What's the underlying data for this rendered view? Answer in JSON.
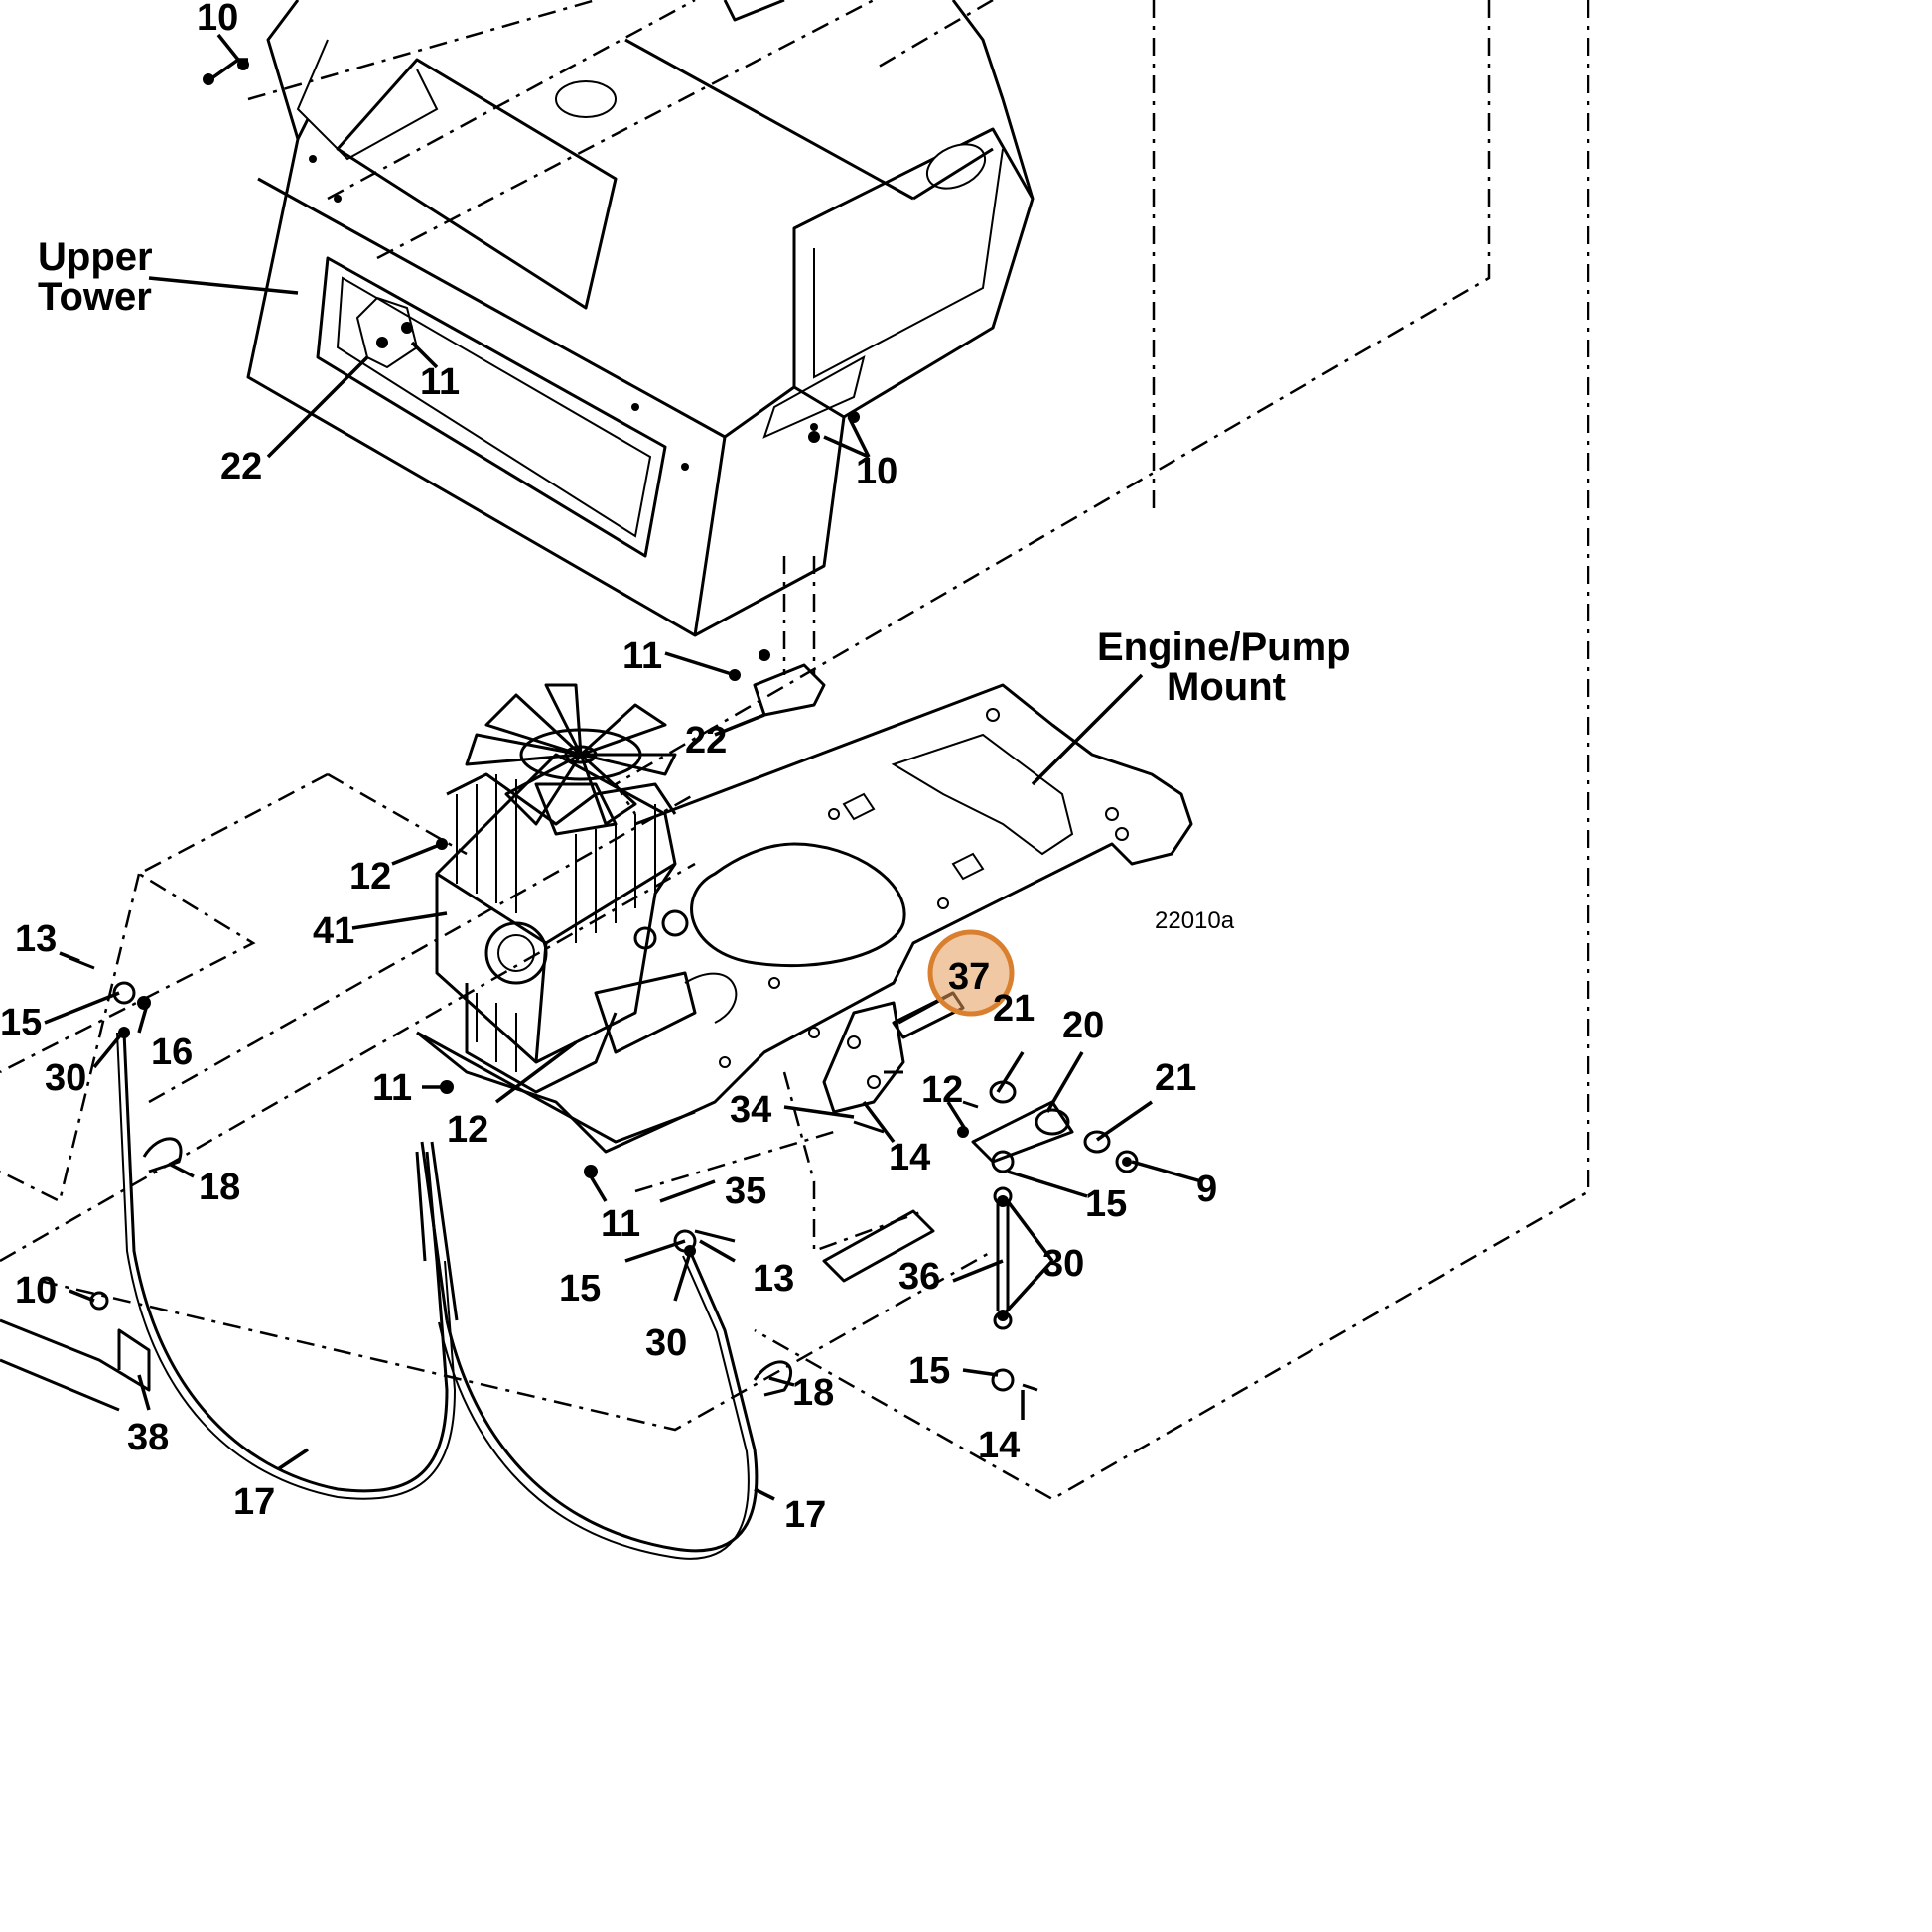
{
  "figure_id": "22010a",
  "labels": {
    "upper_tower_line1": "Upper",
    "upper_tower_line2": "Tower",
    "engine_mount_line1": "Engine/Pump",
    "engine_mount_line2": "Mount"
  },
  "highlight": {
    "callout": "37",
    "color": "#E39B57"
  },
  "callouts": [
    "10",
    "11",
    "22",
    "10",
    "11",
    "22",
    "12",
    "41",
    "13",
    "15",
    "16",
    "30",
    "11",
    "12",
    "18",
    "10",
    "38",
    "17",
    "11",
    "35",
    "15",
    "13",
    "30",
    "18",
    "17",
    "34",
    "14",
    "12",
    "21",
    "20",
    "21",
    "9",
    "15",
    "36",
    "30",
    "15",
    "14"
  ]
}
